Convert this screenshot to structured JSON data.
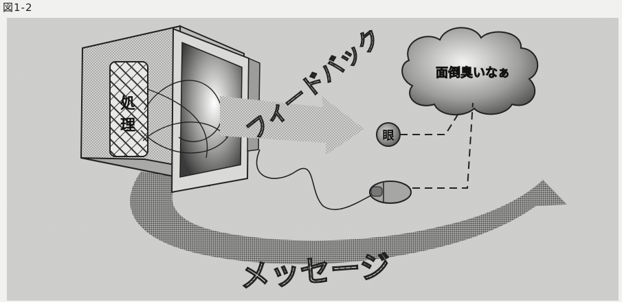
{
  "caption": "図1-2",
  "labels": {
    "processing": [
      "処",
      "理"
    ],
    "feedback": "フィードバック",
    "message": "メッセージ",
    "thought": "面倒臭いなぁ",
    "eye": "眼"
  },
  "colors": {
    "panel": "#cdcdcb",
    "shade": "#9a9a98",
    "ink": "#222222"
  }
}
